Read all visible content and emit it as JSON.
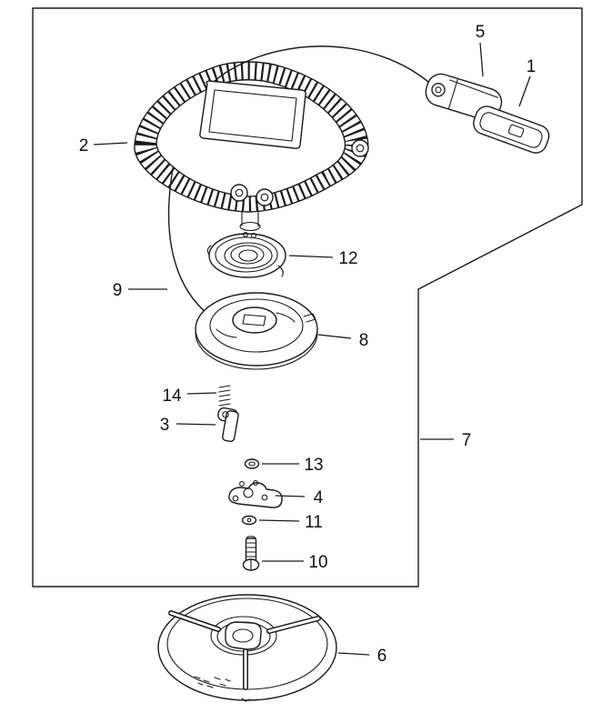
{
  "figure": {
    "callouts": {
      "p1": "1",
      "p2": "2",
      "p3": "3",
      "p4": "4",
      "p5": "5",
      "p6": "6",
      "p7": "7",
      "p8": "8",
      "p9": "9",
      "p10": "10",
      "p11": "11",
      "p12": "12",
      "p13": "13",
      "p14": "14"
    },
    "colors": {
      "line": "#1a1a1a",
      "background": "#ffffff"
    }
  }
}
